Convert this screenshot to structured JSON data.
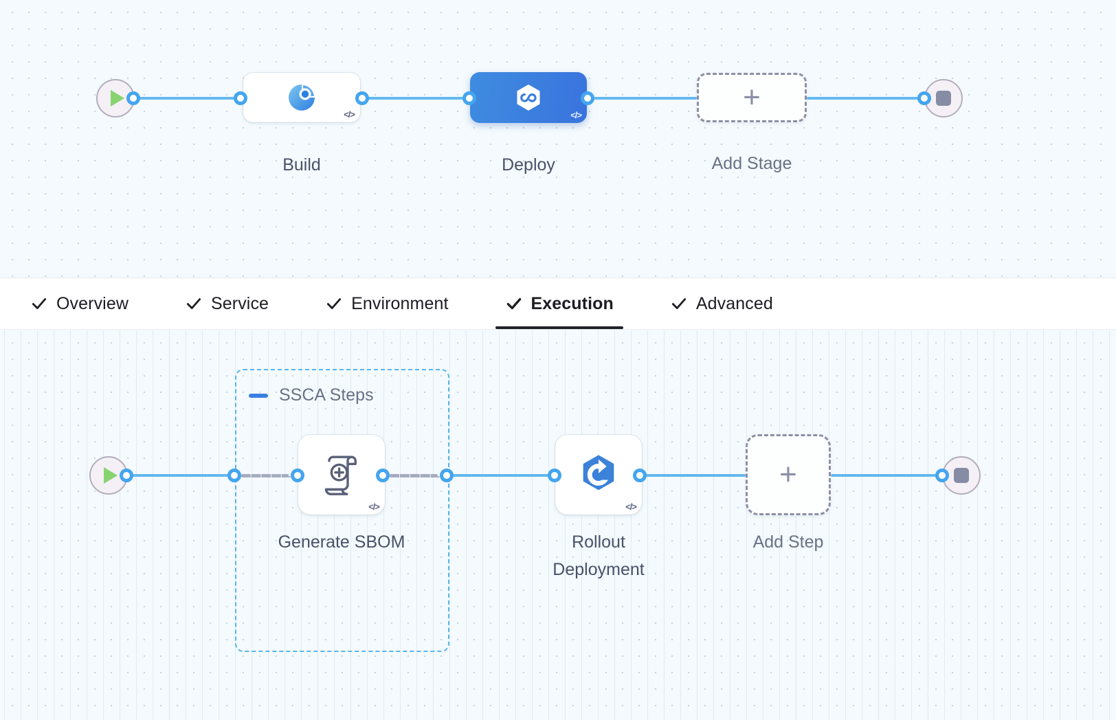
{
  "colors": {
    "canvas_bg": "#f4fafd",
    "link_blue": "#63b8f0",
    "dot_blue": "#44a5ef",
    "deploy_gradient_from": "#3f8ce0",
    "deploy_gradient_to": "#3973dd",
    "group_border": "#57b5ee",
    "dashed_node_border": "#8b8fa6",
    "label_text": "#4a5168",
    "tab_text": "#1c1c22",
    "start_triangle": "#87d36f",
    "stop_square": "#868ca3"
  },
  "stage_row": {
    "start_node": {
      "icon": "play-icon",
      "label": ""
    },
    "nodes": [
      {
        "id": "build",
        "label": "Build",
        "icon": "build-pie-icon",
        "selected": false,
        "code_badge": "</>"
      },
      {
        "id": "deploy",
        "label": "Deploy",
        "icon": "deploy-cd-icon",
        "selected": true,
        "code_badge": "</>"
      },
      {
        "id": "add-stage",
        "label": "Add Stage",
        "icon": "plus-icon",
        "selected": false,
        "code_badge": ""
      }
    ],
    "end_node": {
      "icon": "stop-icon",
      "label": ""
    }
  },
  "tabs": [
    {
      "id": "overview",
      "label": "Overview",
      "icon": "check-icon",
      "active": false
    },
    {
      "id": "service",
      "label": "Service",
      "icon": "check-icon",
      "active": false
    },
    {
      "id": "environment",
      "label": "Environment",
      "icon": "check-icon",
      "active": false
    },
    {
      "id": "execution",
      "label": "Execution",
      "icon": "check-icon",
      "active": true
    },
    {
      "id": "advanced",
      "label": "Advanced",
      "icon": "check-icon",
      "active": false
    }
  ],
  "step_row": {
    "start_node": {
      "icon": "play-icon"
    },
    "group": {
      "title": "SSCA Steps",
      "collapse_icon": "minus-icon"
    },
    "nodes": [
      {
        "id": "generate-sbom",
        "label": "Generate SBOM",
        "icon": "scroll-plus-icon",
        "code_badge": "</>"
      },
      {
        "id": "rollout-deployment",
        "label": "Rollout\nDeployment",
        "icon": "rollout-hex-icon",
        "code_badge": "</>"
      },
      {
        "id": "add-step",
        "label": "Add Step",
        "icon": "plus-icon",
        "code_badge": ""
      }
    ],
    "end_node": {
      "icon": "stop-icon"
    }
  }
}
